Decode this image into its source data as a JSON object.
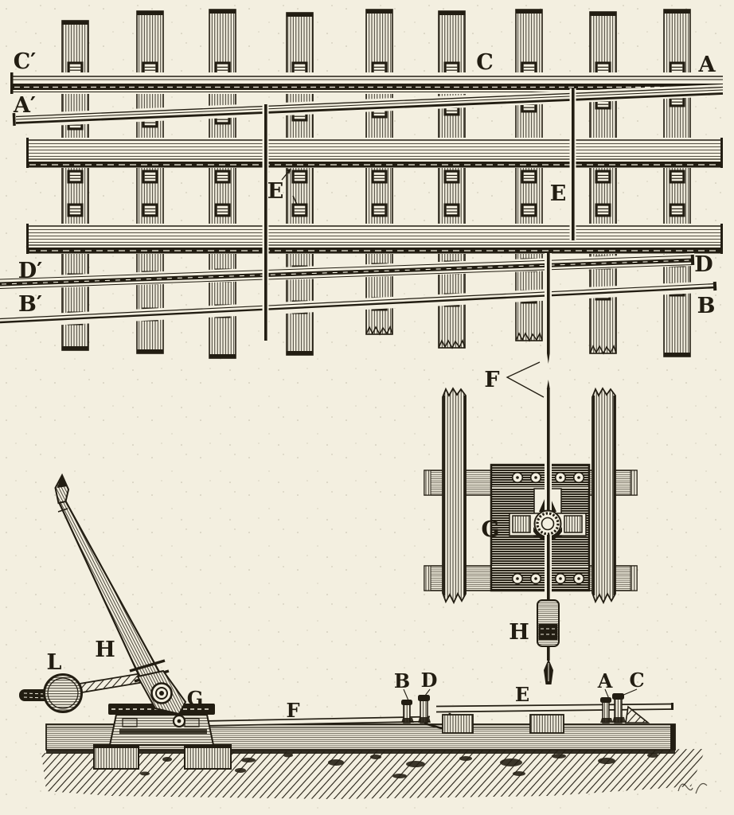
{
  "figure": {
    "kind": "engraving-diagram",
    "subject": "railway switch (points) mechanism: track plan view, actuator plate detail, switch lever and side elevation"
  },
  "colors": {
    "paper": "#f3efe0",
    "ink": "#221d12"
  },
  "labels": {
    "plan": {
      "c_prime": "C′",
      "a_prime": "A′",
      "c": "C",
      "a": "A",
      "e_left": "E",
      "e_right": "E",
      "d_prime": "D′",
      "b_prime": "B′",
      "d": "D",
      "b": "B"
    },
    "detail": {
      "f": "F",
      "g": "G",
      "h": "H"
    },
    "lever": {
      "l": "L",
      "h": "H",
      "g": "G"
    },
    "elevation": {
      "f": "F",
      "b": "B",
      "d": "D",
      "e": "E",
      "a": "A",
      "c": "C"
    }
  }
}
